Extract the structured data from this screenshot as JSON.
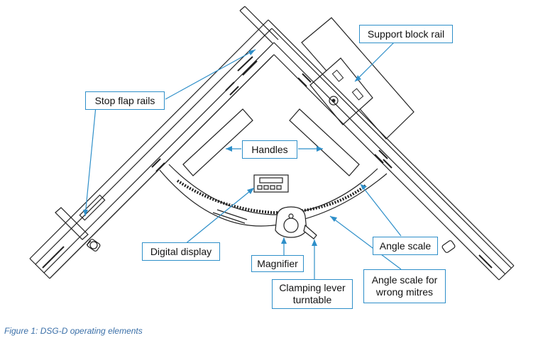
{
  "labels": {
    "support_block_rail": "Support block rail",
    "stop_flap_rails": "Stop flap rails",
    "handles": "Handles",
    "angle_scale": "Angle scale",
    "digital_display": "Digital display",
    "magnifier": "Magnifier",
    "clamping_lever_line1": "Clamping lever",
    "clamping_lever_line2": "turntable",
    "angle_scale_wrong_line1": "Angle scale for",
    "angle_scale_wrong_line2": "wrong mitres"
  },
  "caption": "Figure 1: DSG-D operating elements",
  "colors": {
    "leader": "#2e8fc9",
    "line": "#222222",
    "caption": "#3a6fa8"
  }
}
